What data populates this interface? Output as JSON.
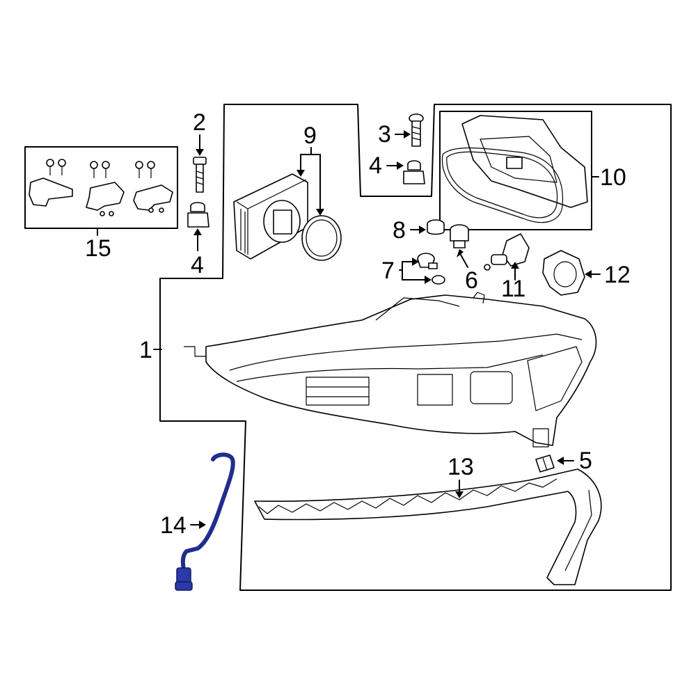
{
  "callouts": {
    "c1": "1",
    "c2": "2",
    "c3": "3",
    "c4a": "4",
    "c4b": "4",
    "c5": "5",
    "c6": "6",
    "c7": "7",
    "c8": "8",
    "c9": "9",
    "c10": "10",
    "c11": "11",
    "c12": "12",
    "c13": "13",
    "c14": "14",
    "c15": "15"
  },
  "colors": {
    "highlight_part": "#2a3aa6",
    "line": "#000000",
    "background": "#ffffff"
  }
}
